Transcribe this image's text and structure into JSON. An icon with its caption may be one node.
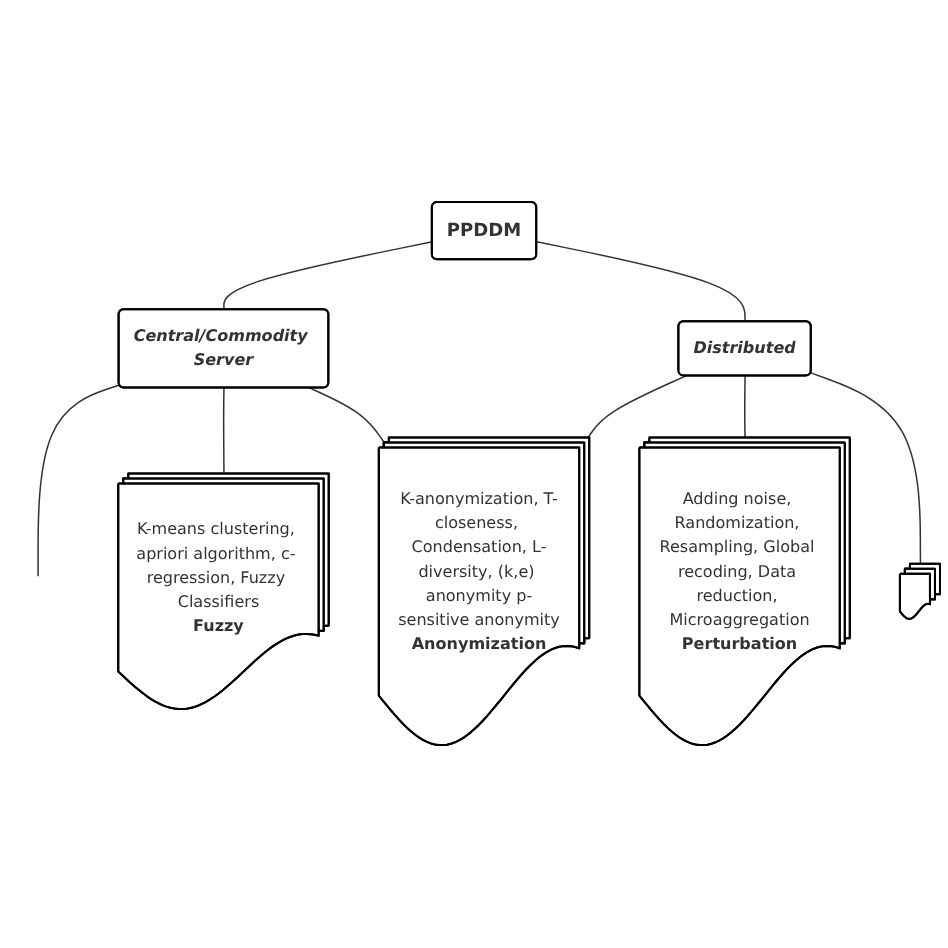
{
  "diagram": {
    "nodes": [
      {
        "text": [
          "PPDDM"
        ]
      },
      {
        "text": [
          "Central/Commodity Server"
        ]
      },
      {
        "text": [
          "Distributed"
        ]
      },
      {
        "text": [
          "K-means clustering, apriori algorithm, c- regression, Fuzzy Classifiers",
          "Fuzzy"
        ]
      },
      {
        "text": [
          "K-anonymization, T-closeness, Condensation, L-diversity, (k,e) anonymity p-sensitive anonymity",
          "Anonymization"
        ]
      },
      {
        "text": [
          "Adding noise, Randomization, Resampling, Global recoding, Data reduction, Microaggregation",
          "Perturbation"
        ]
      },
      {
        "text": [],
        "shape": "document"
      }
    ],
    "edges": [
      {
        "from": 0,
        "to": 1,
        "arrow": "none"
      },
      {
        "from": 0,
        "to": 2,
        "arrow": "none"
      },
      {
        "from": 1,
        "to": null,
        "arrow": "none"
      },
      {
        "from": 1,
        "to": 3,
        "arrow": "none"
      },
      {
        "from": 1,
        "to": 4,
        "arrow": "none"
      },
      {
        "from": 2,
        "to": 4,
        "arrow": "none"
      },
      {
        "from": 2,
        "to": 5,
        "arrow": "none"
      },
      {
        "from": 2,
        "to": 6,
        "arrow": "none"
      }
    ]
  }
}
